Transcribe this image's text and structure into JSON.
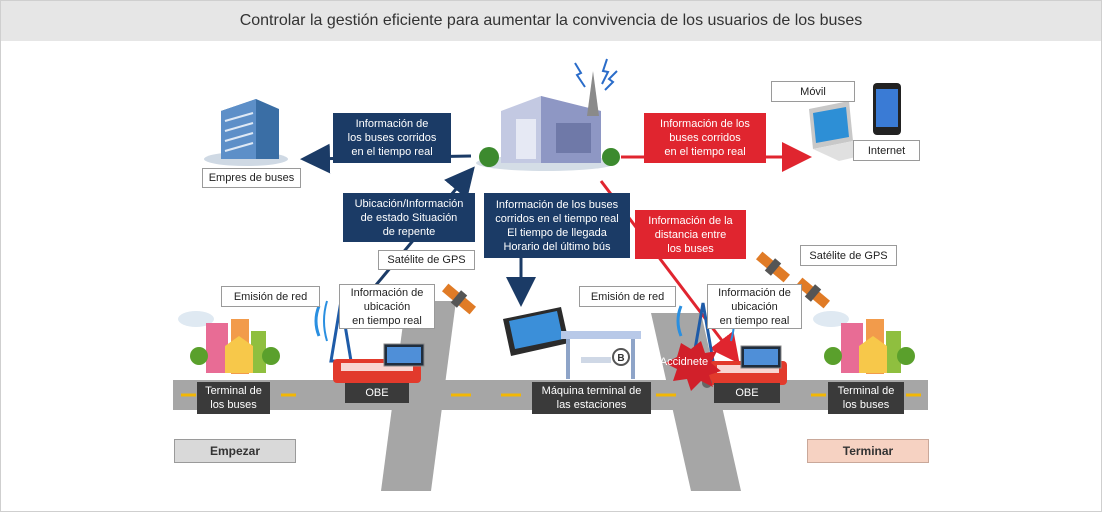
{
  "title": "Controlar la gestión eficiente para aumentar la convivencia de los usuarios de los buses",
  "labels": {
    "info_buses_left": "Información de\nlos buses corridos\nen el tiempo real",
    "info_buses_right": "Información de los\nbuses corridos\nen el tiempo real",
    "empresa": "Empres de buses",
    "movil": "Móvil",
    "internet": "Internet",
    "ubicacion_estado": "Ubicación/Información\nde estado Situación\nde repente",
    "info_llegada": "Información de los buses\ncorridos en el tiempo real\nEl tiempo de llegada\nHorario del último bús",
    "info_distancia": "Información de la\ndistancia entre\nlos buses",
    "gps_left": "Satélite de GPS",
    "gps_right": "Satélite de GPS",
    "emision_left": "Emisión de red",
    "emision_right": "Emisión de red",
    "ubicacion_left": "Información de\nubicación\nen tiempo real",
    "ubicacion_right": "Información de\nubicación\nen tiempo real",
    "terminal_left": "Terminal de\nlos buses",
    "terminal_right": "Terminal de\nlos buses",
    "obe_left": "OBE",
    "obe_right": "OBE",
    "maquina": "Máquina terminal de\nlas estaciones",
    "accidente": "Accidnete",
    "empezar": "Empezar",
    "terminar": "Terminar",
    "bus_stop_letter": "B"
  },
  "colors": {
    "navy": "#1b3b66",
    "red": "#e0252f",
    "road": "#a6a6a6",
    "road_line": "#f2b705"
  },
  "icons": [
    "building-icon",
    "server-hub-icon",
    "antenna-icon",
    "laptop-icon",
    "smartphone-icon",
    "satellite-icon",
    "cell-tower-icon",
    "bus-icon",
    "city-icon",
    "kiosk-icon",
    "bus-stop-icon",
    "accident-icon"
  ]
}
